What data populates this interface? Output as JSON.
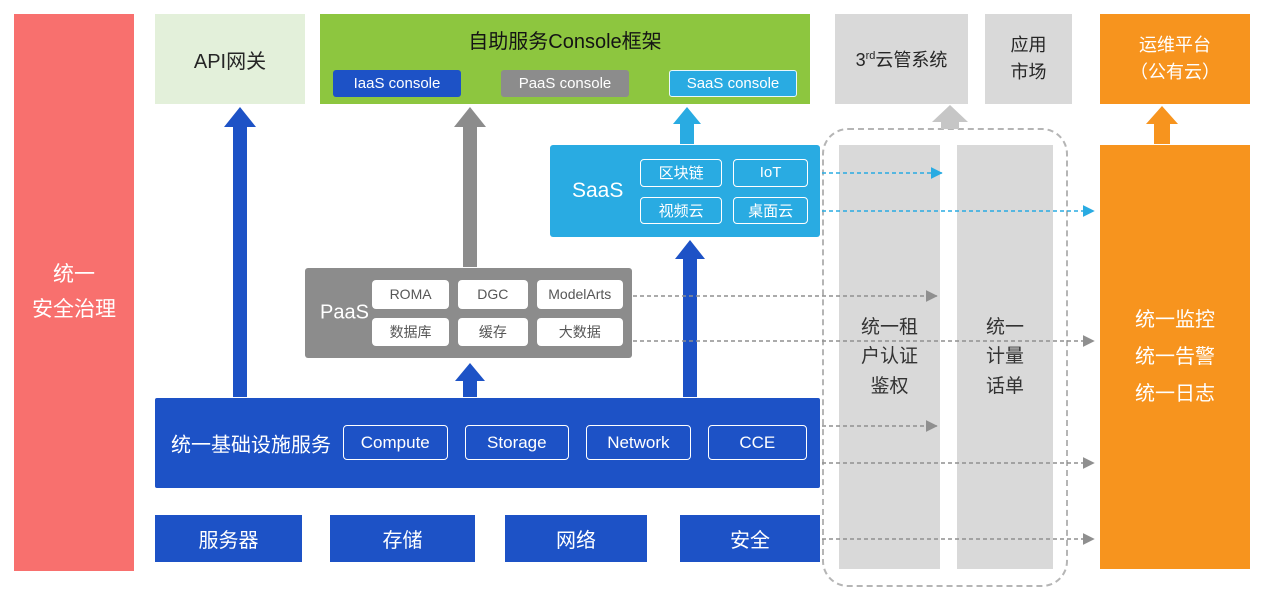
{
  "pillars": {
    "security": {
      "label": "统一\n安全治理"
    },
    "auth": {
      "label": "统一租\n户认证\n鉴权"
    },
    "metering": {
      "label": "统一\n计量\n话单"
    },
    "monitoring": {
      "label": "统一监控\n统一告警\n统一日志"
    }
  },
  "top": {
    "api_gateway": {
      "label": "API网关"
    },
    "console": {
      "title": "自助服务Console框架",
      "items": [
        {
          "label": "IaaS console"
        },
        {
          "label": "PaaS console"
        },
        {
          "label": "SaaS console"
        }
      ]
    },
    "third_party_cms": {
      "num": "3",
      "sup": "rd",
      "text": "云管系统"
    },
    "app_market": {
      "label": "应用\n市场"
    },
    "om_platform": {
      "label": "运维平台\n（公有云）"
    }
  },
  "layers": {
    "saas": {
      "label": "SaaS",
      "items": [
        "区块链",
        "IoT",
        "视频云",
        "桌面云"
      ]
    },
    "paas": {
      "label": "PaaS",
      "items": [
        "ROMA",
        "DGC",
        "ModelArts",
        "数据库",
        "缓存",
        "大数据"
      ]
    },
    "iaas": {
      "label": "统一基础设施服务",
      "items": [
        "Compute",
        "Storage",
        "Network",
        "CCE"
      ]
    },
    "hardware": {
      "items": [
        "服务器",
        "存储",
        "网络",
        "安全"
      ]
    }
  },
  "colors": {
    "red": "#f8706e",
    "green": "#8dc63f",
    "light_green": "#e3f0da",
    "blue": "#1d52c6",
    "light_blue": "#29abe2",
    "gray": "#8c8c8c",
    "light_gray": "#d9d9d9",
    "orange": "#f7941e"
  }
}
